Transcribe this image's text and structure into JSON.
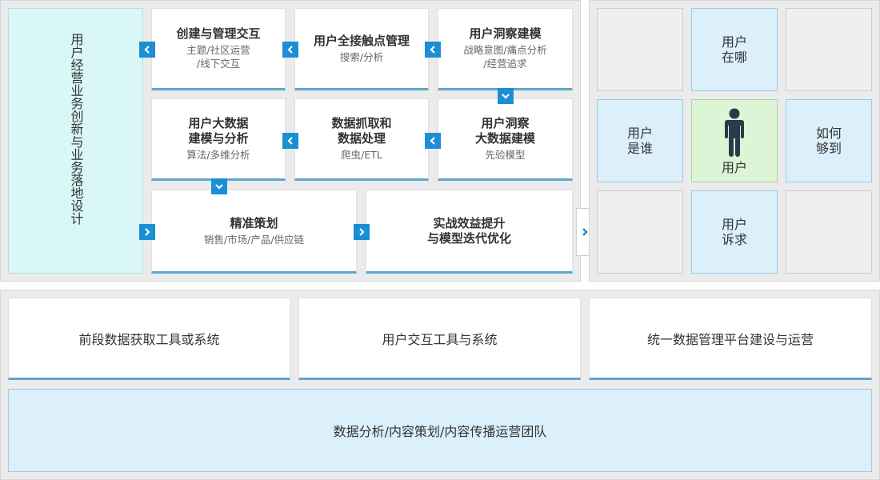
{
  "left_panel": {
    "vertical_label": "用户经营业务创新与业务落地设计",
    "cards": {
      "create_manage": {
        "title": "创建与管理交互",
        "sub": "主题/社区运营\n/线下交互"
      },
      "touchpoints": {
        "title": "用户全接触点管理",
        "sub": "搜索/分析"
      },
      "insight_model": {
        "title": "用户洞察建模",
        "sub": "战略意图/痛点分析\n/经营追求"
      },
      "bigdata_model": {
        "title": "用户大数据\n建模与分析",
        "sub": "算法/多维分析"
      },
      "data_capture": {
        "title": "数据抓取和\n数据处理",
        "sub": "爬虫/ETL"
      },
      "insight_bigdata": {
        "title": "用户洞察\n大数据建模",
        "sub": "先验模型"
      },
      "precise_plan": {
        "title": "精准策划",
        "sub": "销售/市场/产品/供应链"
      },
      "results": {
        "title": "实战效益提升\n与模型迭代优化"
      }
    }
  },
  "right_grid": {
    "where": "用户\n在哪",
    "who": "用户\n是谁",
    "user": "用户",
    "reach": "如何\n够到",
    "demand": "用户\n诉求"
  },
  "bottom": {
    "tools": [
      "前段数据获取工具或系统",
      "用户交互工具与系统",
      "统一数据管理平台建设与运营"
    ],
    "team": "数据分析/内容策划/内容传播运营团队"
  },
  "colors": {
    "accent_blue": "#1b8fd6",
    "card_underline": "#5fa6cf",
    "light_blue": "#dbf0fb",
    "light_green": "#dcf5d6",
    "light_teal": "#d9f7f6"
  }
}
